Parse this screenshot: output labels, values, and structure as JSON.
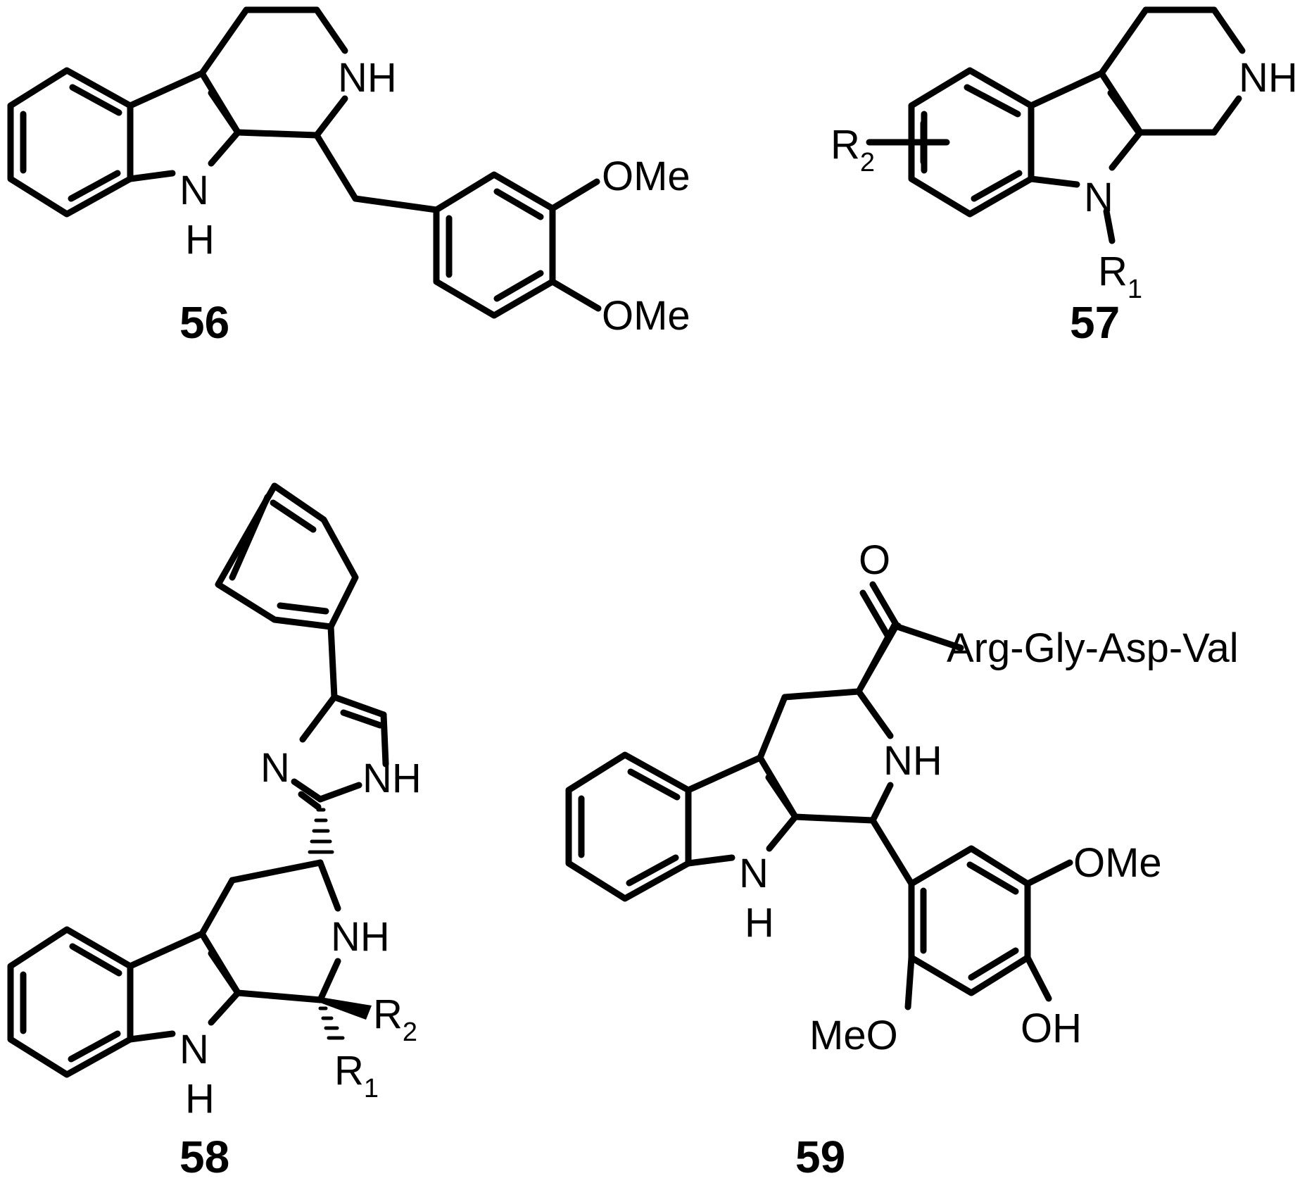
{
  "compounds": [
    {
      "id": "56",
      "atoms": {
        "nh_ring": "NH",
        "nh_indole_n": "N",
        "nh_indole_h": "H",
        "ome_top": "OMe",
        "ome_bottom": "OMe"
      }
    },
    {
      "id": "57",
      "atoms": {
        "nh_ring": "NH",
        "n_indole": "N",
        "r1": "R",
        "r1_sub": "1",
        "r2": "R",
        "r2_sub": "2"
      }
    },
    {
      "id": "58",
      "atoms": {
        "n_imid": "N",
        "nh_imid": "NH",
        "nh_ring": "NH",
        "nh_indole_n": "N",
        "nh_indole_h": "H",
        "r1": "R",
        "r1_sub": "1",
        "r2": "R",
        "r2_sub": "2"
      }
    },
    {
      "id": "59",
      "atoms": {
        "o_carbonyl": "O",
        "peptide": "Arg-Gly-Asp-Val",
        "nh_ring": "NH",
        "nh_indole_n": "N",
        "nh_indole_h": "H",
        "ome": "OMe",
        "oh": "OH",
        "meo": "MeO"
      }
    }
  ]
}
